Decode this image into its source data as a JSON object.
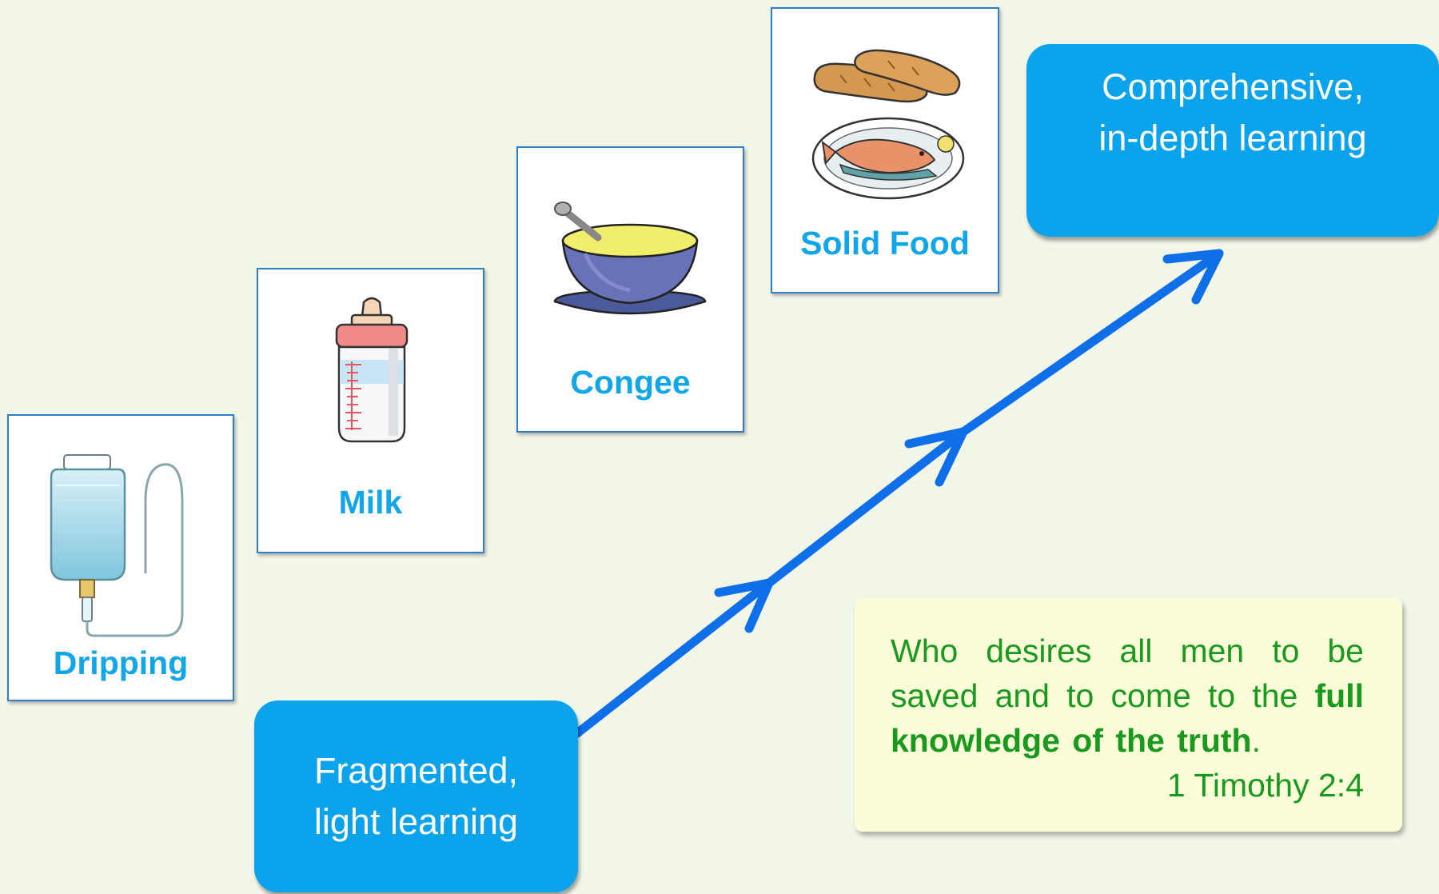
{
  "cards": [
    {
      "label": "Dripping",
      "icon": "iv-drip-bag-icon"
    },
    {
      "label": "Milk",
      "icon": "baby-bottle-icon"
    },
    {
      "label": "Congee",
      "icon": "bowl-icon"
    },
    {
      "label": "Solid Food",
      "icon": "bread-and-fish-icon"
    }
  ],
  "start_box": {
    "line1": "Fragmented,",
    "line2": "light learning"
  },
  "end_box": {
    "line1": "Comprehensive,",
    "line2": "in-depth learning"
  },
  "quote": {
    "text_before": "Who desires all men to be saved and to come to the ",
    "text_bold": "full knowledge of the truth",
    "text_after": ".",
    "reference": "1 Timothy 2:4"
  },
  "colors": {
    "background": "#f1f6e9",
    "card_border": "#2f7fc8",
    "card_label": "#10a6e8",
    "stage_box": "#0ba3ec",
    "arrow": "#0f6fe8",
    "quote_bg": "#fbfcd8",
    "quote_text": "#199a1e"
  }
}
